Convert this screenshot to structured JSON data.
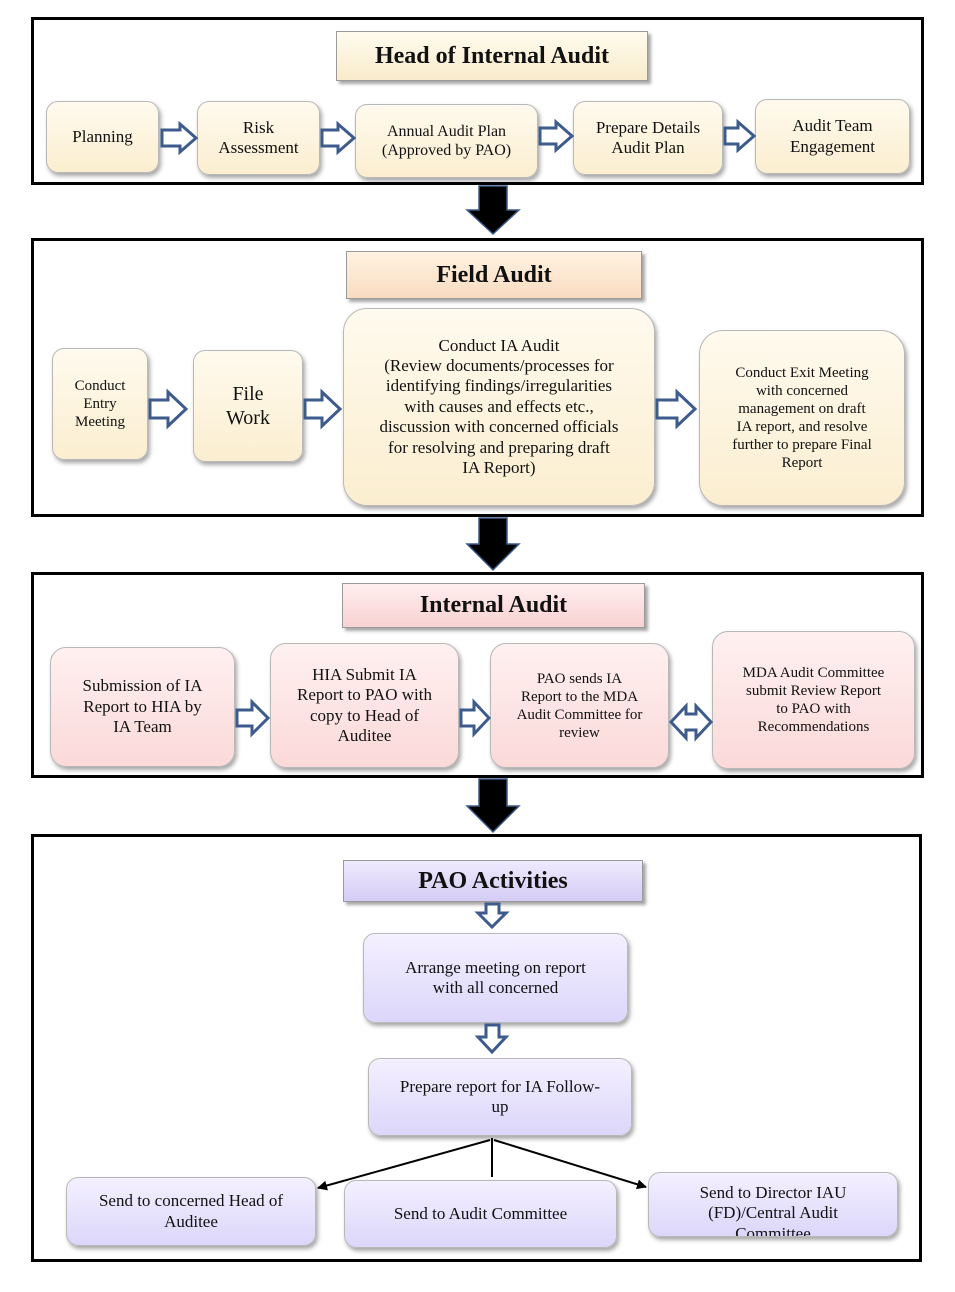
{
  "sections": [
    {
      "title": "Head of Internal Audit",
      "boxes": [
        "Planning",
        "Risk\nAssessment",
        "Annual Audit Plan\n(Approved by PAO)",
        "Prepare Details\nAudit Plan",
        "Audit Team\nEngagement"
      ]
    },
    {
      "title": "Field Audit",
      "boxes": [
        "Conduct\nEntry\nMeeting",
        "File\nWork",
        "Conduct IA Audit\n(Review documents/processes for\nidentifying findings/irregularities\nwith causes and effects etc.,\ndiscussion with concerned officials\nfor resolving and preparing draft\nIA Report)",
        "Conduct Exit Meeting\nwith concerned\nmanagement on draft\nIA report, and resolve\nfurther to prepare Final\nReport"
      ]
    },
    {
      "title": "Internal Audit",
      "boxes": [
        "Submission of IA\nReport to HIA by\nIA Team",
        "HIA Submit IA\nReport to PAO with\ncopy to Head of\nAuditee",
        "PAO sends IA\nReport to the MDA\nAudit Committee for\nreview",
        "MDA Audit Committee\nsubmit Review Report\nto PAO with\nRecommendations"
      ]
    },
    {
      "title": "PAO Activities",
      "boxes": [
        "Arrange meeting on report\nwith all concerned",
        "Prepare report for IA Follow-\nup",
        "Send to concerned Head of\nAuditee",
        "Send to Audit Committee",
        "Send to Director IAU\n(FD)/Central Audit\nCommittee"
      ]
    }
  ],
  "colors": {
    "arrow_fill": "#ffffff",
    "arrow_stroke": "#3d5b8c",
    "section_arrow": "#000000"
  }
}
